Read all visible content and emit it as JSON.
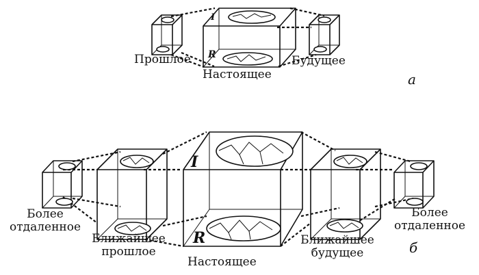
{
  "part_a": {
    "marker": "а",
    "labels": {
      "past": "Прошлое",
      "present": "Настоящее",
      "future": "Будущее"
    },
    "face_letters": {
      "top": "I",
      "bottom": "R"
    }
  },
  "part_b": {
    "marker": "б",
    "labels": {
      "remote_past_1": "Более",
      "remote_past_2": "отдаленное",
      "near_past_1": "Ближайшее",
      "near_past_2": "прошлое",
      "present": "Настоящее",
      "near_future_1": "Ближайшее",
      "near_future_2": "будущее",
      "remote_future_1": "Более",
      "remote_future_2": "отдаленное"
    },
    "face_letters": {
      "top": "I",
      "bottom": "R"
    }
  }
}
